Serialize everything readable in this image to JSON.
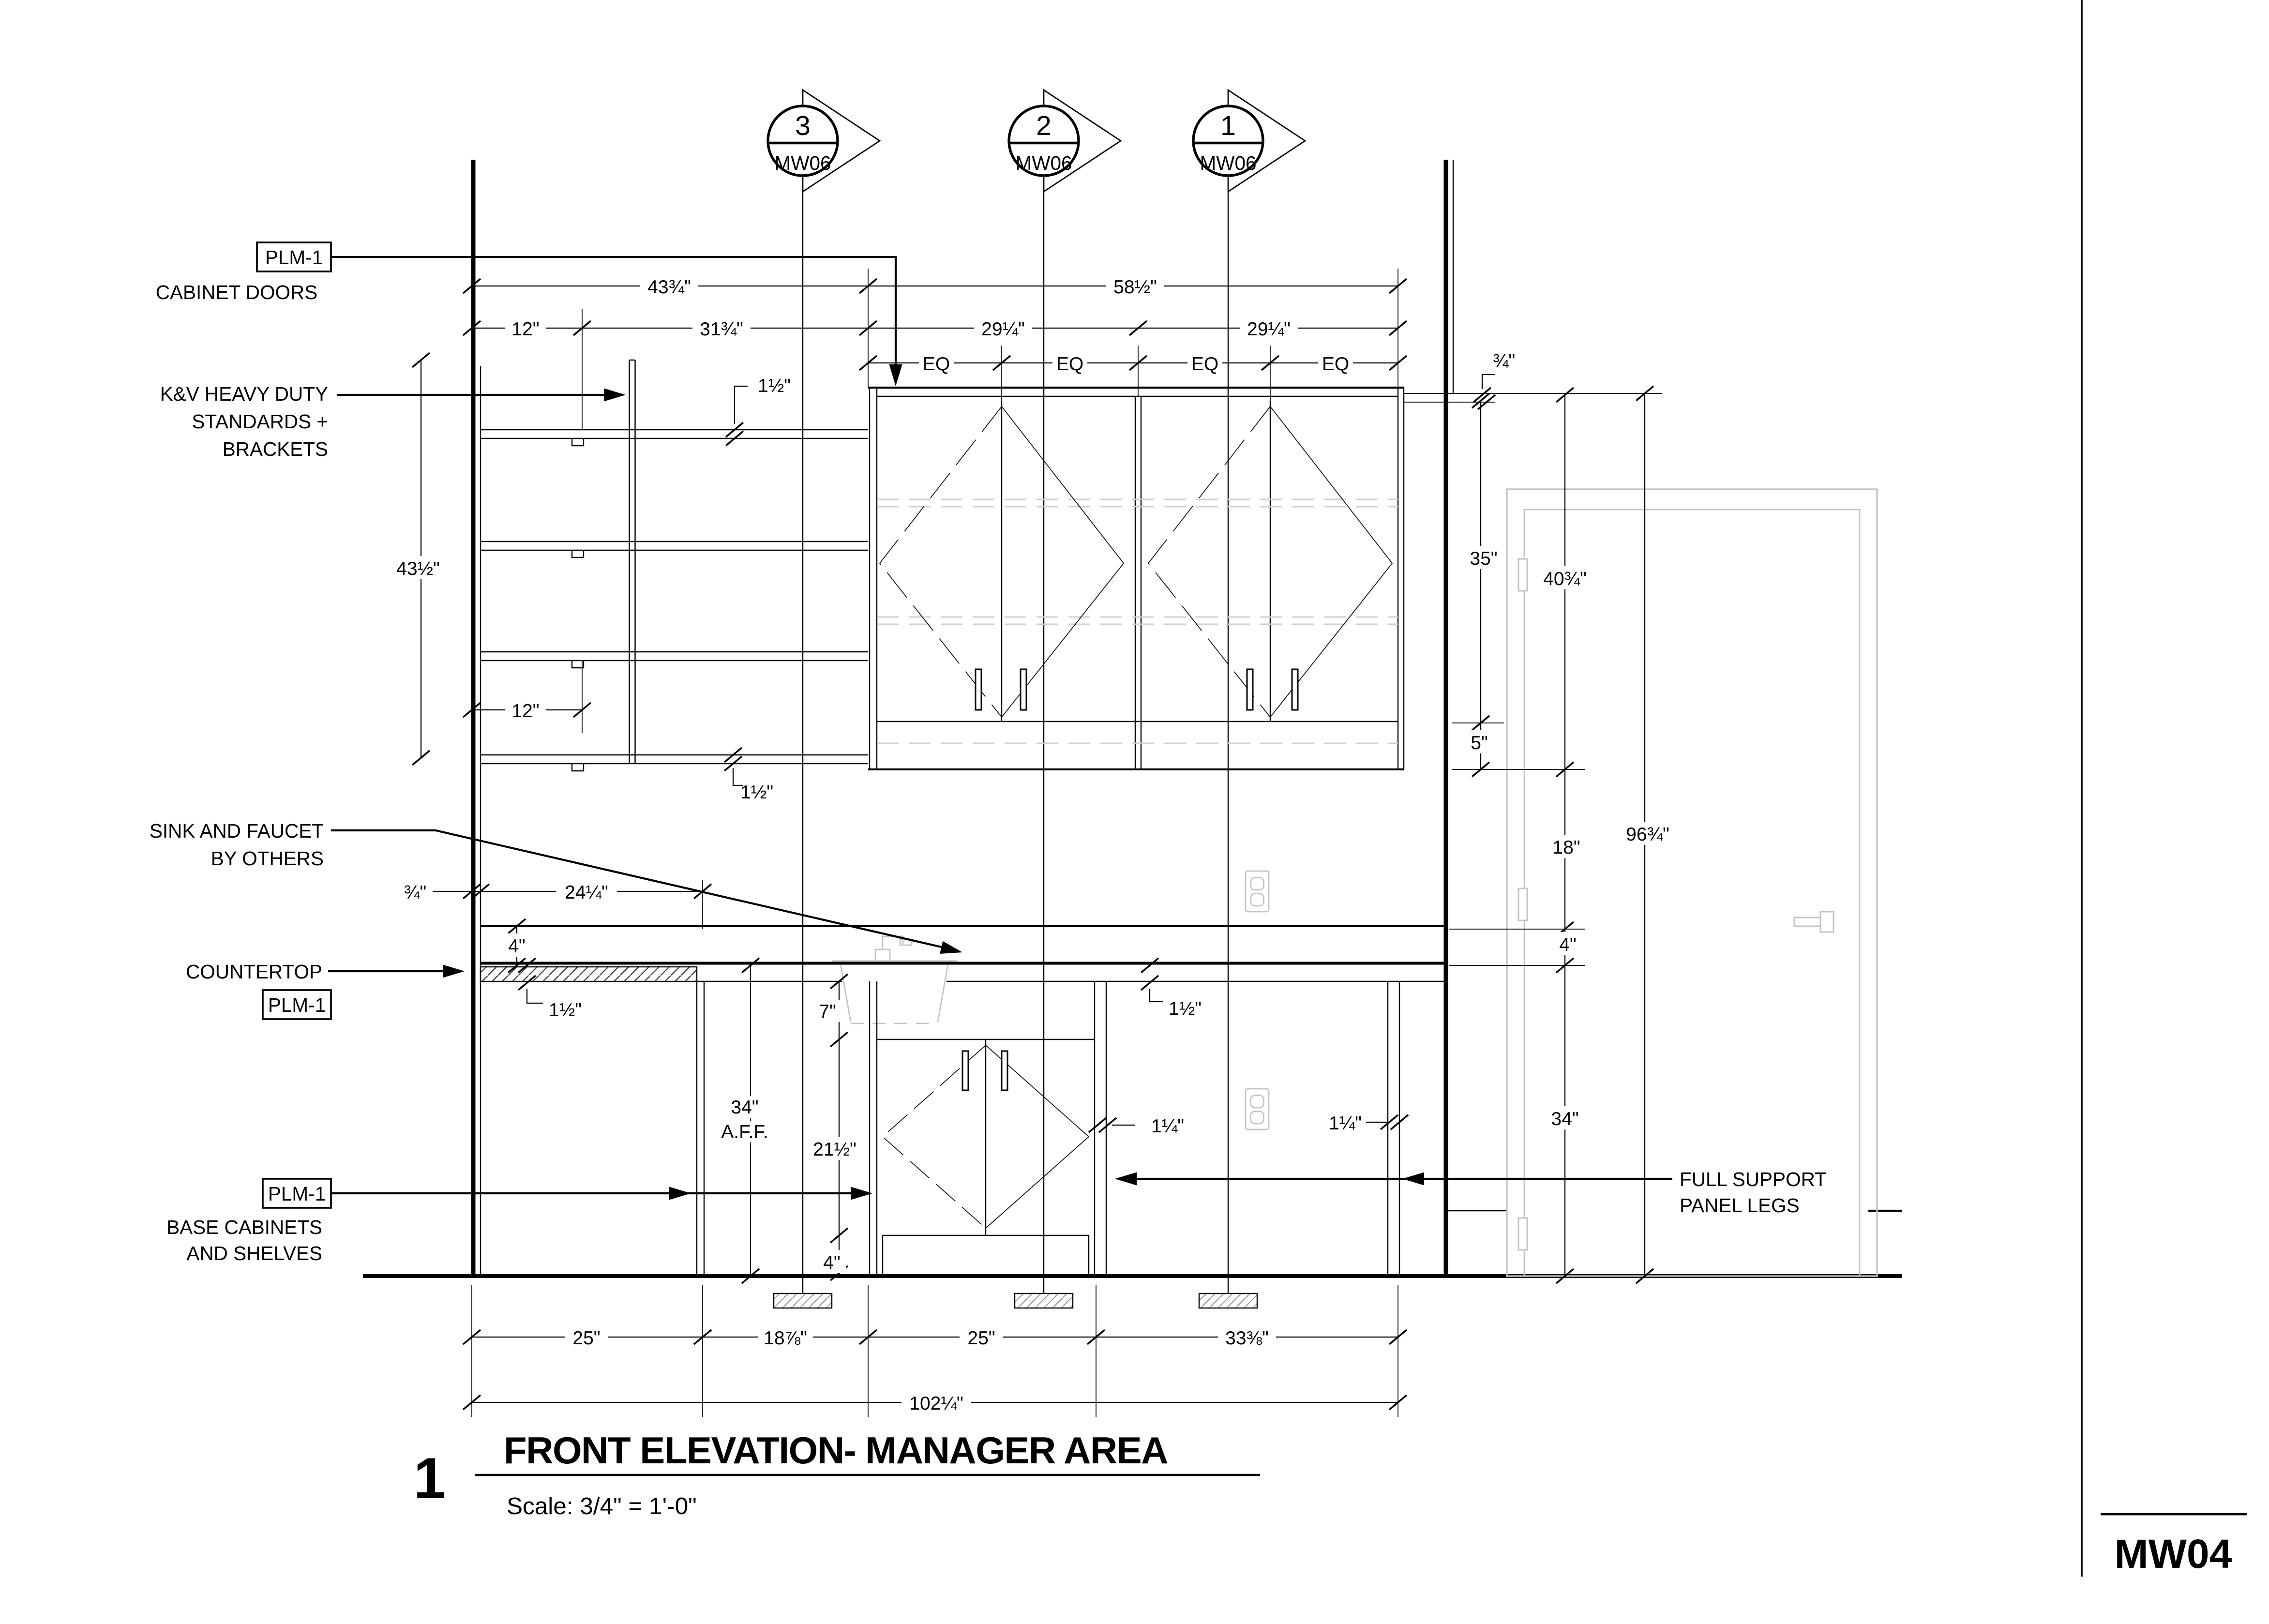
{
  "sheet": {
    "number": "MW04"
  },
  "drawing": {
    "number": "1",
    "title": "FRONT ELEVATION- MANAGER AREA",
    "scale": "Scale: 3/4\" = 1'-0\""
  },
  "callouts": [
    {
      "detail": "3",
      "sheet": "MW06"
    },
    {
      "detail": "2",
      "sheet": "MW06"
    },
    {
      "detail": "1",
      "sheet": "MW06"
    }
  ],
  "notes": {
    "plm1_top": {
      "tag": "PLM-1",
      "line1": "CABINET DOORS"
    },
    "kv": {
      "line1": "K&V HEAVY DUTY",
      "line2": "STANDARDS +",
      "line3": "BRACKETS"
    },
    "sink": {
      "line1": "SINK AND FAUCET",
      "line2": "BY OTHERS"
    },
    "countertop": {
      "label": "COUNTERTOP",
      "tag": "PLM-1"
    },
    "base": {
      "tag": "PLM-1",
      "line1": "BASE CABINETS",
      "line2": "AND SHELVES"
    },
    "panel_legs": {
      "line1": "FULL SUPPORT",
      "line2": "PANEL LEGS"
    }
  },
  "dims": {
    "top_left_total": "43¾\"",
    "top_right_total": "58½\"",
    "shelf_depth_top": "12\"",
    "shelf_width": "31¾\"",
    "upper_cab_left": "29¼\"",
    "upper_cab_right": "29¼\"",
    "eq": [
      "EQ",
      "EQ",
      "EQ",
      "EQ"
    ],
    "top_panel": "¾\"",
    "shelf_unit_height": "43½\"",
    "shelf_depth_bottom": "12\"",
    "shelf_thk_top": "1½\"",
    "shelf_thk_bottom": "1½\"",
    "counter_thk_left": "1½\"",
    "counter_thk_right": "1½\"",
    "wall_panel": "¾\"",
    "counter_depth": "24¼\"",
    "backsplash_left": "4\"",
    "sink_depth": "7\"",
    "door_height": "21½\"",
    "toe_kick": "4\"",
    "counter_height": "34\"",
    "counter_height_ref": "A.F.F.",
    "panel_thk_left": "1¼\"",
    "panel_thk_right": "1¼\"",
    "upper_height": "35\"",
    "upper_total_height": "40¾\"",
    "valance": "5\"",
    "splash_height_right": "18\"",
    "overall_height": "96¾\"",
    "backsplash_right": "4\"",
    "base_height_right": "34\"",
    "base_seg1": "25\"",
    "base_seg2": "18⅞\"",
    "base_seg3": "25\"",
    "base_seg4": "33⅜\"",
    "overall_width": "102¼\""
  }
}
